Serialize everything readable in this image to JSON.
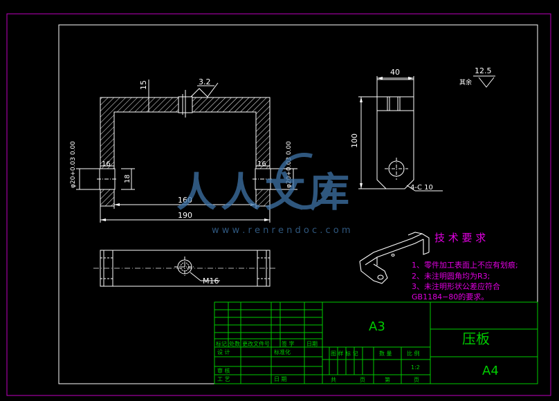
{
  "colors": {
    "background": "#000000",
    "outer_frame": "#c000c0",
    "inner_frame": "#ffffff",
    "geometry": "#ffffff",
    "title_block_lines": "#00cc00",
    "title_block_text": "#00cc00",
    "technical_requirements": "#e000e0",
    "watermark": "#3f74a8"
  },
  "front_view": {
    "dim_top_thickness": "15",
    "roughness_value": "3.2",
    "dim_inner_width": "160",
    "dim_outer_width": "190",
    "dim_side_thickness_left": "16",
    "dim_side_thickness_right": "16",
    "dim_slot": "18",
    "dim_bore_left": "φ20+0.03 0.00",
    "dim_bore_right": "φ20+0.03 0.00"
  },
  "side_view": {
    "dim_width": "40",
    "dim_height": "100",
    "chamfer_note": "4-C 10"
  },
  "top_view": {
    "thread_label": "M16"
  },
  "surface_finish": {
    "value": "12.5",
    "label": "其余"
  },
  "technical_requirements": {
    "title": "技 术 要 求",
    "lines": [
      "1、零件加工表面上不应有划痕;",
      "2、未注明圆角均为R3;",
      "3、未注明形状公差应符合",
      "GB1184−80的要求。"
    ]
  },
  "watermark": {
    "title": "人人文库",
    "url": "w w w . r e n r e n d o c . c o m"
  },
  "title_block": {
    "part_name": "压板",
    "scale_sheet": "A3",
    "paper": "A4",
    "scale_value": "1:2",
    "headers_rev": [
      "标记",
      "处数",
      "更改文件号",
      "签 字",
      "日期"
    ],
    "label_design": "设 计",
    "label_standard": "标准化",
    "label_review": "审 核",
    "label_process": "工 艺",
    "label_date": "日 期",
    "label_stage": "图 样 标 记",
    "label_qty": "数 量",
    "label_scale": "比 例",
    "label_total": "共",
    "label_sheet_unit": "页",
    "label_sheet": "第",
    "label_sheet_unit2": "页"
  }
}
